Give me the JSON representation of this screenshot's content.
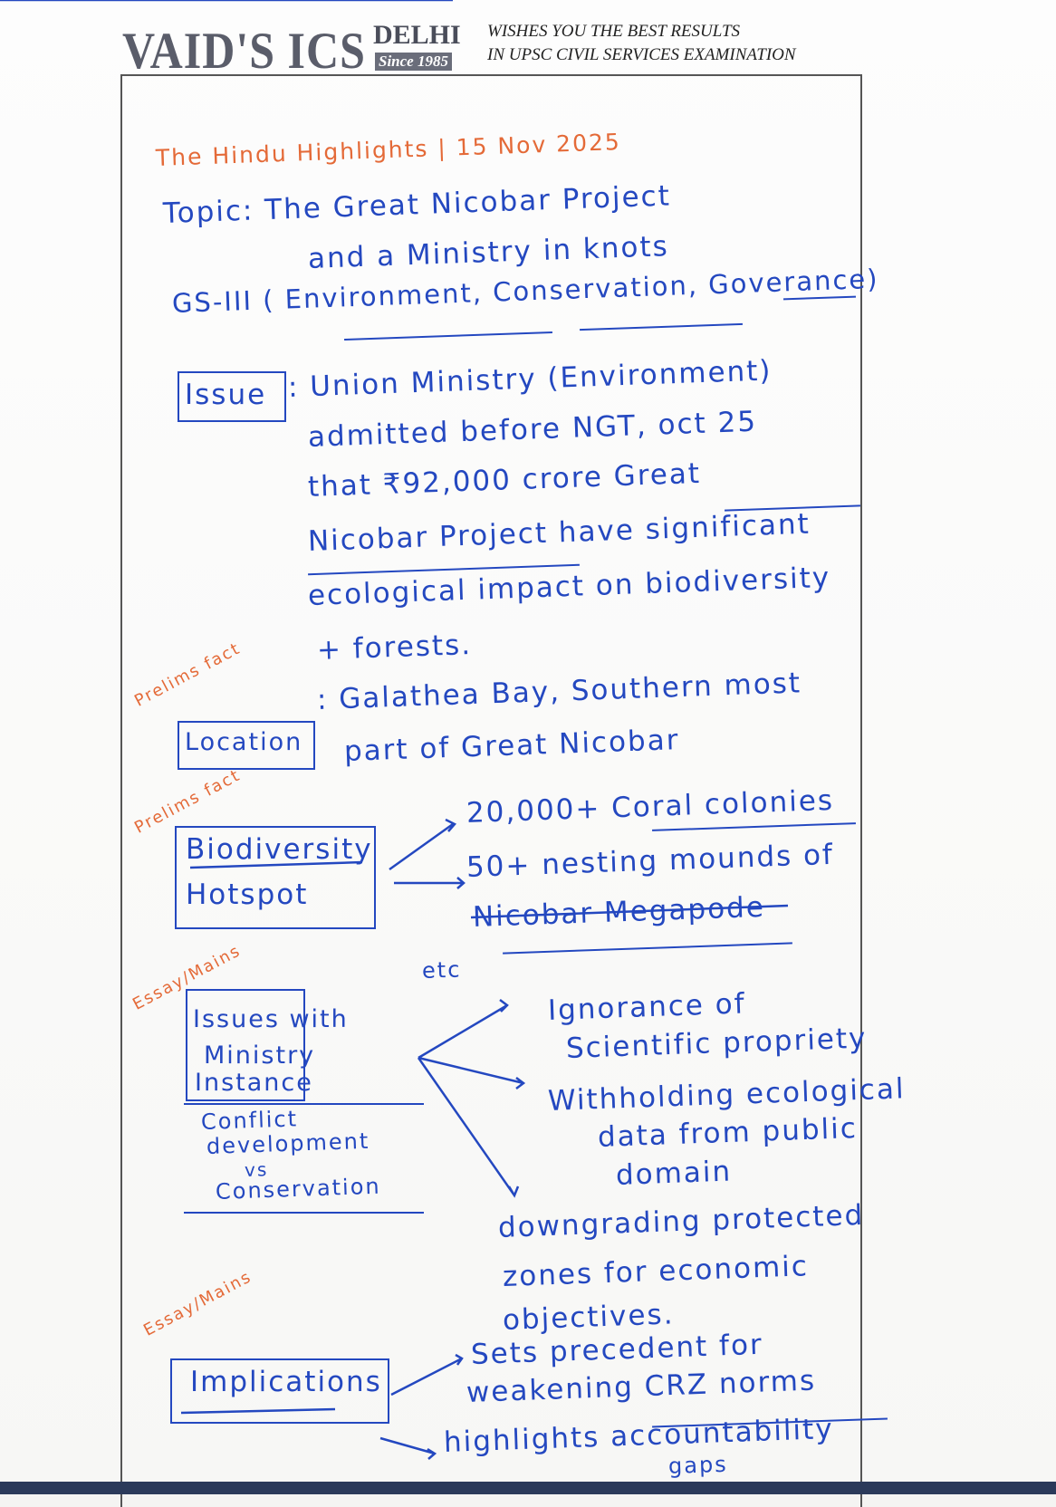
{
  "header": {
    "logo": "VAID'S ICS",
    "city": "DELHI",
    "since": "Since 1985",
    "tagline_1": "WISHES YOU THE BEST RESULTS",
    "tagline_2": "IN UPSC CIVIL SERVICES EXAMINATION"
  },
  "notes": {
    "title": "The Hindu Highlights | 15 Nov 2025",
    "topic_1": "Topic: The Great Nicobar Project",
    "topic_2": "and a Ministry in knots",
    "paper": "GS-III ( Environment, Conservation, Goverance)",
    "issue_label": "Issue",
    "issue_lines": [
      ": Union Ministry (Environment)",
      "admitted before NGT, oct 25",
      "that ₹92,000 crore Great",
      "Nicobar Project have significant",
      "ecological impact on biodiversity",
      "+ forests."
    ],
    "location_tag": "Prelims fact",
    "location_label": "Location",
    "location_lines": [
      ": Galathea Bay, Southern most",
      "part of Great Nicobar"
    ],
    "biodiversity_tag": "Prelims fact",
    "biodiversity_label_1": "Biodiversity",
    "biodiversity_label_2": "Hotspot",
    "biodiversity_points": [
      "20,000+ Coral colonies",
      "50+ nesting mounds of",
      "Nicobar Megapode"
    ],
    "etc": "etc",
    "issues_tag": "Essay/Mains",
    "issues_label": [
      "Issues with",
      "Ministry",
      "Instance"
    ],
    "conflict_label": [
      "Conflict",
      "development",
      "vs",
      "Conservation"
    ],
    "issues_points": [
      "Ignorance of",
      "Scientific propriety",
      "Withholding ecological",
      "data from public",
      "domain",
      "downgrading protected",
      "zones for economic",
      "objectives."
    ],
    "implications_tag": "Essay/Mains",
    "implications_label": "Implications",
    "implications_points": [
      "Sets precedent for",
      "weakening CRZ norms",
      "highlights accountability",
      "gaps"
    ]
  },
  "colors": {
    "ink_blue": "#2448c0",
    "ink_orange": "#e46a38",
    "header_grey": "#5a5d6a"
  }
}
